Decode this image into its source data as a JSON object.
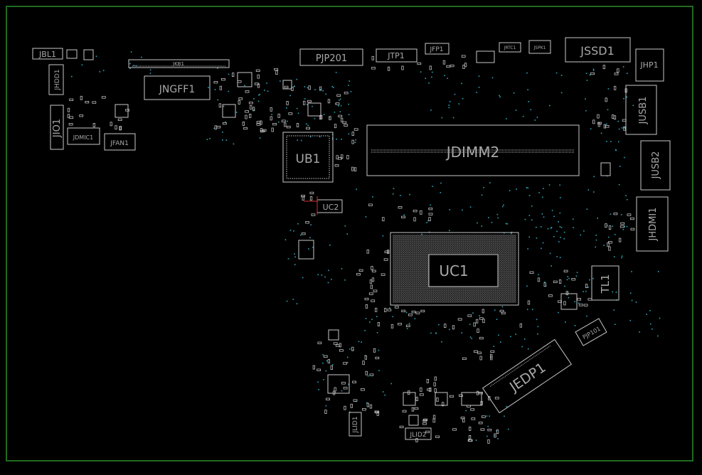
{
  "colors": {
    "background": "#000000",
    "outline": "#1f6b1f",
    "silkscreen": "#c8c8c8",
    "label": "#a8a8a8",
    "via": "#2aa6b8",
    "marker": "#d03030"
  },
  "labels": {
    "jbl1": "JBL1",
    "jkb1": "JKB1",
    "jngff1": "JNGFF1",
    "jhdd1": "JHDD1",
    "jio1": "JIO1",
    "jdmic1": "JDMIC1",
    "jfan1": "JFAN1",
    "pjp201": "PJP201",
    "jtp1": "JTP1",
    "jfp1": "JFP1",
    "jrtc1": "JRTC1",
    "jspk1": "JSPK1",
    "jssd1": "JSSD1",
    "jhp1": "JHP1",
    "jusb1": "JUSB1",
    "jusb2": "JUSB2",
    "jhdmi1": "JHDMI1",
    "ub1": "UB1",
    "jdimm2": "JDIMM2",
    "uc2": "UC2",
    "uc1": "UC1",
    "tl1": "TL1",
    "pjp101": "PJP101",
    "jedp1": "JEDP1",
    "jlid1": "JLID1",
    "jlid2": "JLID2"
  }
}
